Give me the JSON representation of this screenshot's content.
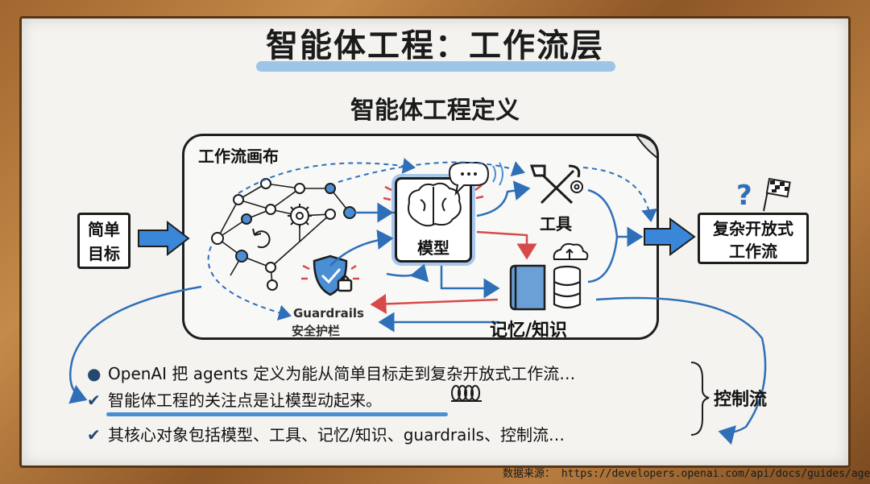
{
  "title": "智能体工程：工作流层",
  "subtitle": "智能体工程定义",
  "canvas_label": "工作流画布",
  "input_note": {
    "line1": "简单",
    "line2": "目标"
  },
  "output_note": {
    "line1": "复杂开放式",
    "line2": "工作流"
  },
  "nodes": {
    "model": "模型",
    "tools": "工具",
    "memory": "记忆/知识",
    "guardrails_en": "Guardrails",
    "guardrails_cn": "安全护栏"
  },
  "control_flow_label": "控制流",
  "bullets": [
    {
      "icon": "dot-bullet-icon",
      "text": "OpenAI 把 agents 定义为能从简单目标走到复杂开放式工作流…"
    },
    {
      "icon": "check-bullet-icon",
      "text": "智能体工程的关注点是让模型动起来。"
    },
    {
      "icon": "check-bullet-icon",
      "text": "其核心对象包括模型、工具、记忆/知识、guardrails、控制流…"
    }
  ],
  "source": "数据来源： https://developers.openai.com/api/docs/guides/agents",
  "colors": {
    "frame": "#a0672f",
    "board": "#f4f3ef",
    "flow_blue": "#2f6fb8",
    "feedback_red": "#d84a4a",
    "highlight_blue": "#7fb6e6",
    "ink": "#1b1b1b"
  }
}
